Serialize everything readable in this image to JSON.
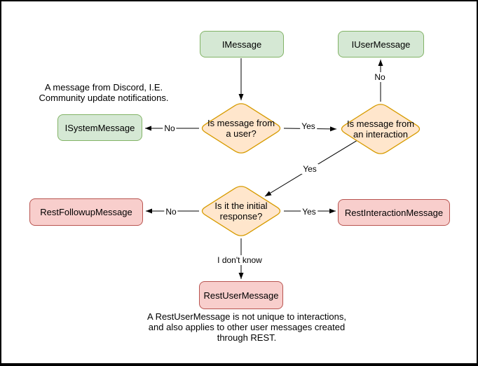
{
  "colors": {
    "canvas_background": "#ffffff",
    "canvas_border": "#000000",
    "interface_node_fill": "#d5e8d4",
    "interface_node_stroke": "#82b366",
    "decision_fill": "#ffe6cc",
    "decision_stroke": "#d79b00",
    "rest_node_fill": "#f8cecc",
    "rest_node_stroke": "#b85450",
    "edge_color": "#000000",
    "text_color": "#000000"
  },
  "nodes": {
    "imessage": "IMessage",
    "iusermessage": "IUserMessage",
    "isystemmessage": "ISystemMessage",
    "restfollowupmessage": "RestFollowupMessage",
    "restinteractionmessage": "RestInteractionMessage",
    "restusermessage": "RestUserMessage"
  },
  "decisions": {
    "from_user": "Is message from\na user?",
    "from_interaction": "Is message from\nan interaction",
    "initial_response": "Is it the initial\nresponse?"
  },
  "edge_labels": {
    "user_yes": "Yes",
    "user_no": "No",
    "interaction_no": "No",
    "interaction_yes": "Yes",
    "initial_no": "No",
    "initial_yes": "Yes",
    "initial_unknown": "I don't know"
  },
  "notes": {
    "system_note": "A message from Discord, I.E.\nCommunity update notifications.",
    "restuser_note": "A RestUserMessage is not unique to interactions,\nand also applies to other user messages created\nthrough REST."
  }
}
